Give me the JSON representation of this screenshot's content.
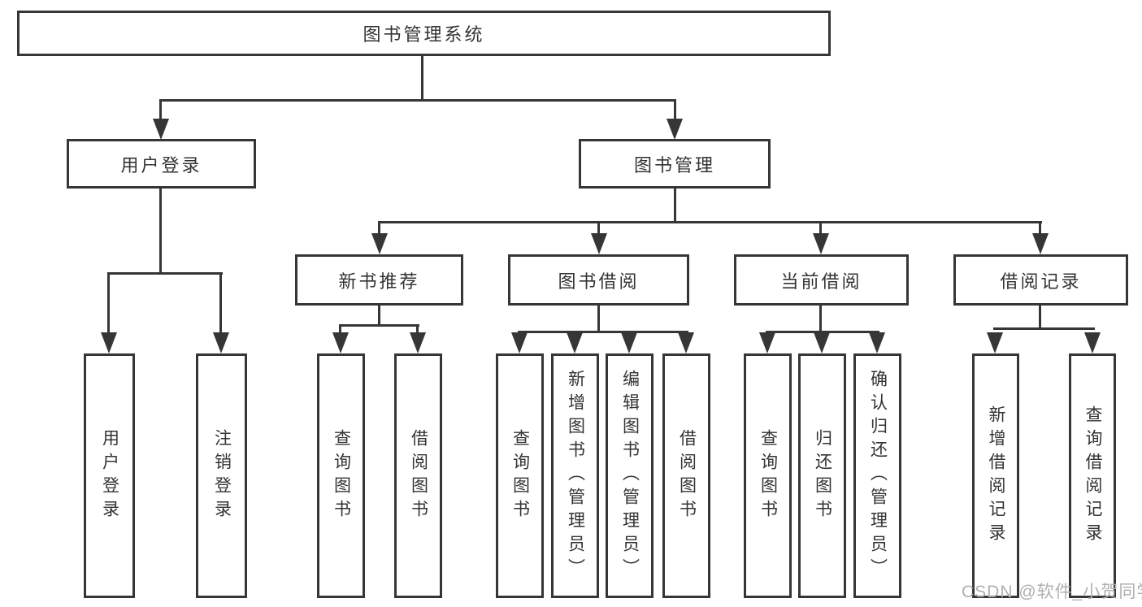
{
  "tree": {
    "root": {
      "label": "图书管理系统"
    },
    "children": [
      {
        "label": "用户登录",
        "children": [
          {
            "label": "用户登录"
          },
          {
            "label": "注销登录"
          }
        ]
      },
      {
        "label": "图书管理",
        "children": [
          {
            "label": "新书推荐",
            "children": [
              {
                "label": "查询图书"
              },
              {
                "label": "借阅图书"
              }
            ]
          },
          {
            "label": "图书借阅",
            "children": [
              {
                "label": "查询图书"
              },
              {
                "label": "新增图书（管理员）"
              },
              {
                "label": "编辑图书（管理员）"
              },
              {
                "label": "借阅图书"
              }
            ]
          },
          {
            "label": "当前借阅",
            "children": [
              {
                "label": "查询图书"
              },
              {
                "label": "归还图书"
              },
              {
                "label": "确认归还（管理员）"
              }
            ]
          },
          {
            "label": "借阅记录",
            "children": [
              {
                "label": "新增借阅记录"
              },
              {
                "label": "查询借阅记录"
              }
            ]
          }
        ]
      }
    ]
  },
  "watermark": "CSDN @软件_小贺同学",
  "colors": {
    "line": "#363636",
    "text": "#333333",
    "watermark": "#b0b0b0",
    "background": "#ffffff"
  }
}
